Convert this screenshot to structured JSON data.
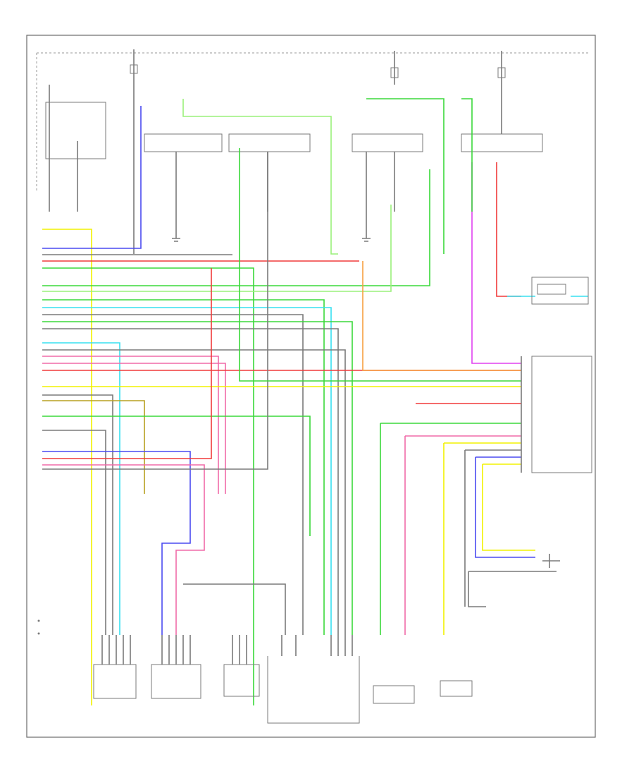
{
  "diagram": {
    "figure_code": "",
    "legend": [
      {
        "label": ""
      },
      {
        "label": ""
      }
    ],
    "components": [
      {
        "id": "fuse-left",
        "label": ""
      },
      {
        "id": "fuse-middle",
        "label": ""
      },
      {
        "id": "fuse-right",
        "label": ""
      },
      {
        "id": "ac-compressor-relay",
        "label": ""
      },
      {
        "id": "ecm-pcm",
        "label": ""
      },
      {
        "id": "ac-pressure-sensor",
        "label": ""
      },
      {
        "id": "blower-connector-1",
        "label": ""
      },
      {
        "id": "blower-connector-2",
        "label": ""
      },
      {
        "id": "blower-connector-3",
        "label": ""
      },
      {
        "id": "climate-control-unit",
        "label": ""
      },
      {
        "id": "sensor-connector-1",
        "label": ""
      },
      {
        "id": "sensor-connector-2",
        "label": ""
      }
    ],
    "wire_colors": {
      "yellow": "#f2f200",
      "blue": "#4a4af0",
      "red": "#f03a3a",
      "pink": "#f06aa8",
      "green": "#3ad83a",
      "light_green": "#9af07a",
      "cyan": "#36e0f0",
      "magenta": "#e040f0",
      "orange": "#f7a040",
      "olive": "#b8a020",
      "black": "#7a7a7a"
    }
  }
}
